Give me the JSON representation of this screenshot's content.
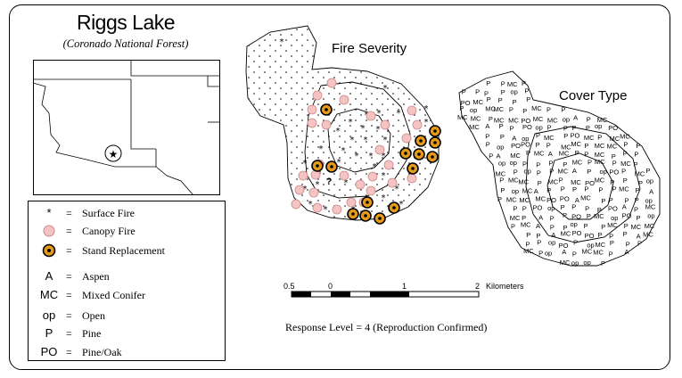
{
  "title": "Riggs Lake",
  "subtitle": "(Coronado National Forest)",
  "locator": {
    "marker": "star-in-circle"
  },
  "legend": {
    "equals": "=",
    "items": [
      {
        "symbol": "*",
        "label": "Surface Fire"
      },
      {
        "symbol": "canopy-circle",
        "label": "Canopy Fire"
      },
      {
        "symbol": "stand-circle",
        "label": "Stand Replacement"
      },
      {
        "symbol": "A",
        "label": "Aspen"
      },
      {
        "symbol": "MC",
        "label": "Mixed Conifer"
      },
      {
        "symbol": "op",
        "label": "Open"
      },
      {
        "symbol": "P",
        "label": "Pine"
      },
      {
        "symbol": "PO",
        "label": "Pine/Oak"
      }
    ]
  },
  "fire_panel": {
    "title": "Fire Severity",
    "unknown_marker": "?"
  },
  "cover_panel": {
    "title": "Cover Type"
  },
  "scale_bar": {
    "ticks": [
      "0.5",
      "0",
      "1",
      "2"
    ],
    "unit": "Kilometers"
  },
  "response_text": "Response Level = 4 (Reproduction Confirmed)",
  "colors": {
    "canopy_fill": "#f6c3c3",
    "stand_ring": "#e59a1a",
    "stroke": "#000000"
  }
}
